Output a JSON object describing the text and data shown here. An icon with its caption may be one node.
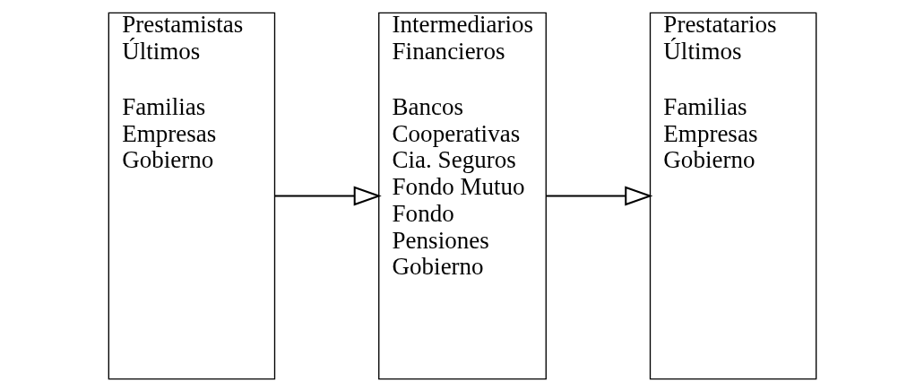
{
  "diagram": {
    "nodes": [
      {
        "text": [
          "Prestamistas Últimos",
          "Familias",
          "Empresas",
          "Gobierno"
        ]
      },
      {
        "text": [
          "Intermediarios Financieros",
          "Bancos",
          "Cooperativas",
          "Cia. Seguros",
          "Fondo Mutuo",
          "Fondo Pensiones",
          "Gobierno"
        ]
      },
      {
        "text": [
          "Prestatarios Últimos",
          "Familias",
          "Empresas",
          "Gobierno"
        ]
      }
    ],
    "edges": [
      {
        "from": 0,
        "to": 1,
        "arrow": "to"
      },
      {
        "from": 1,
        "to": 2,
        "arrow": "to"
      }
    ]
  }
}
